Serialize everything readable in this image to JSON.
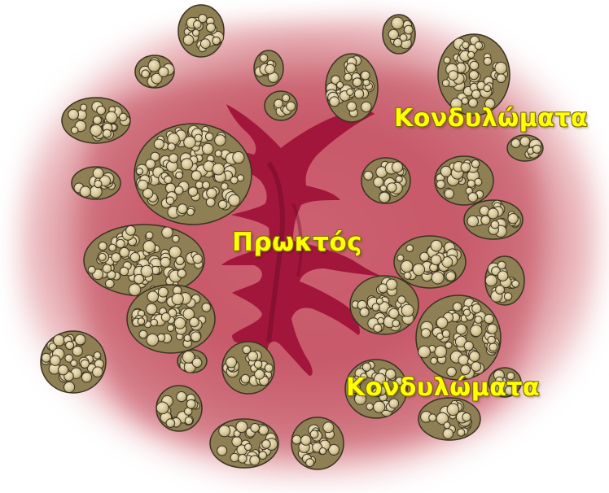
{
  "labels": {
    "condylomata_top": "Κονδυλώματα",
    "anus": "Πρωκτός",
    "condylomata_bottom": "Κονδυλώματα"
  },
  "colors": {
    "label_text": "#ffff00",
    "skin_inner": "#c9586a",
    "skin_outer": "#f6dede",
    "canal": "#a3163c",
    "wart_fill": "#d6c79a",
    "wart_outline": "#3a3320"
  },
  "icons": {
    "anus_shape": "anal-canal-illustration",
    "wart_cluster": "wart-cluster-illustration"
  }
}
